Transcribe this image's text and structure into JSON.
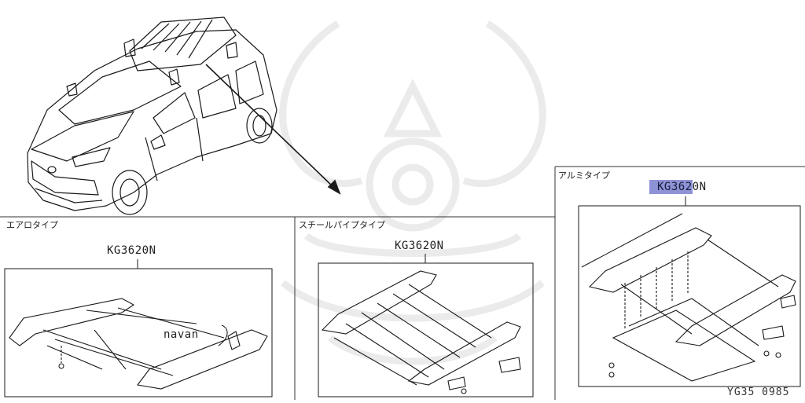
{
  "labels": {
    "aero_section": "エアロタイプ",
    "steel_section": "スチールパイプタイプ",
    "alum_section": "アルミタイプ",
    "aero_part": "KG3620N",
    "steel_part": "KG3620N",
    "alum_part_highlighted": "KG362",
    "alum_part_rest": "0N",
    "callout_text": "navan",
    "reference_code": "YG35 0985"
  },
  "colors": {
    "line": "#1a1a1a",
    "watermark": "#e9e9e9",
    "highlight": "#8e93d6"
  }
}
